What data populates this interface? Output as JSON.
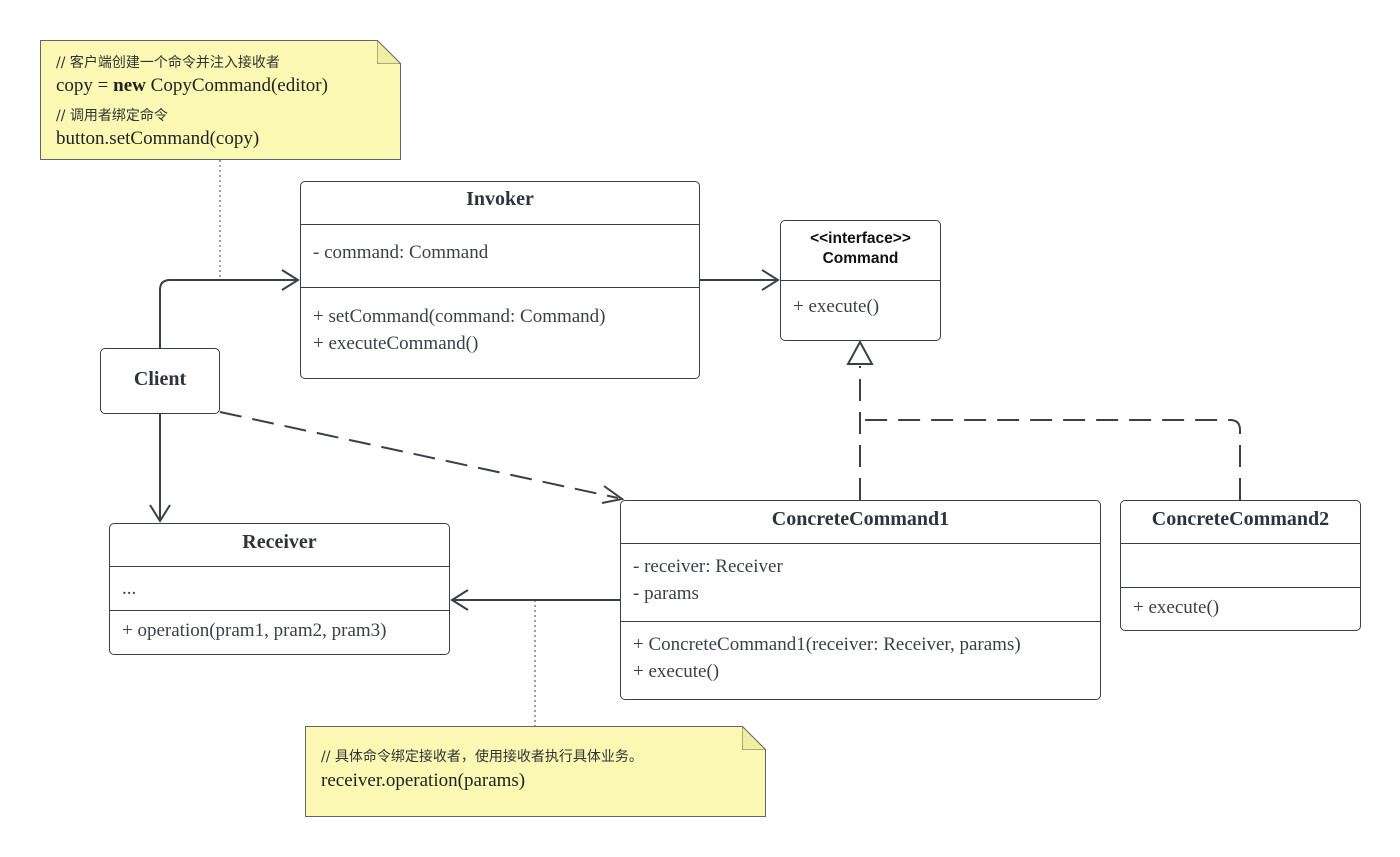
{
  "note_client": {
    "comment1": "// 客户端创建一个命令并注入接收者",
    "code1_prefix": "copy = ",
    "code1_keyword": "new",
    "code1_suffix": " CopyCommand(editor)",
    "comment2": "// 调用者绑定命令",
    "code2": "button.setCommand(copy)"
  },
  "invoker": {
    "title": "Invoker",
    "attributes": [
      "- command: Command"
    ],
    "methods": [
      "+ setCommand(command: Command)",
      "+ executeCommand()"
    ]
  },
  "command": {
    "stereotype": "<<interface>>",
    "title": "Command",
    "methods": [
      "+ execute()"
    ]
  },
  "client": {
    "title": "Client"
  },
  "receiver": {
    "title": "Receiver",
    "attributes": [
      "..."
    ],
    "methods": [
      "+ operation(pram1, pram2, pram3)"
    ]
  },
  "concrete1": {
    "title": "ConcreteCommand1",
    "attributes": [
      "- receiver: Receiver",
      "- params"
    ],
    "methods": [
      "+ ConcreteCommand1(receiver: Receiver, params)",
      "+ execute()"
    ]
  },
  "concrete2": {
    "title": "ConcreteCommand2",
    "attributes": [],
    "methods": [
      "+ execute()"
    ]
  },
  "note_concrete": {
    "comment": "// 具体命令绑定接收者，使用接收者执行具体业务。",
    "code": "receiver.operation(params)"
  },
  "colors": {
    "stroke": "#3b3f48",
    "note_fill": "#fbf8b4",
    "note_border": "#666666"
  }
}
